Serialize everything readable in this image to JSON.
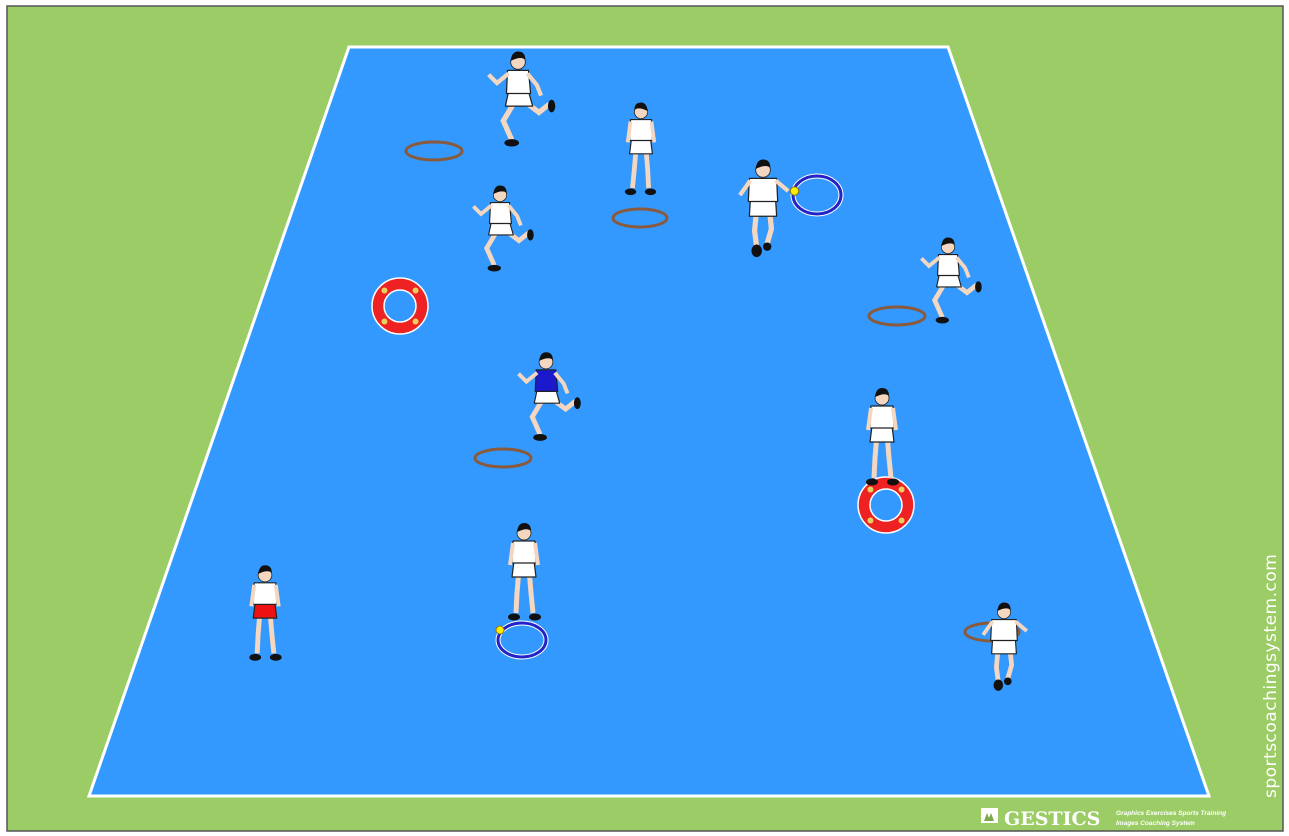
{
  "colors": {
    "field": "#9ccc65",
    "court": "#3399ff",
    "court_line": "#ffffff",
    "frame": "#555555",
    "hoop_brown": "#8a5a3c",
    "hoop_blue": "#2323c8",
    "lifebuoy": "#ee2222",
    "jersey_white": "#ffffff",
    "jersey_blue": "#1a1acc",
    "shorts_red": "#ee1111",
    "hair": "#111111",
    "ball": "#ffee00"
  },
  "players": [
    {
      "id": "runner-top",
      "jersey": "white",
      "shorts": "white",
      "pose": "run"
    },
    {
      "id": "stand-top-center",
      "jersey": "white",
      "shorts": "white",
      "pose": "stand"
    },
    {
      "id": "runner-upper-left",
      "jersey": "white",
      "shorts": "white",
      "pose": "run"
    },
    {
      "id": "back-view-ball",
      "jersey": "white",
      "shorts": "white",
      "pose": "back"
    },
    {
      "id": "runner-right",
      "jersey": "white",
      "shorts": "white",
      "pose": "run"
    },
    {
      "id": "blue-jersey",
      "jersey": "blue",
      "shorts": "white",
      "pose": "run"
    },
    {
      "id": "on-lifebuoy",
      "jersey": "white",
      "shorts": "white",
      "pose": "stand"
    },
    {
      "id": "on-blue-hoop",
      "jersey": "white",
      "shorts": "white",
      "pose": "stand"
    },
    {
      "id": "red-shorts",
      "jersey": "white",
      "shorts": "red",
      "pose": "stand"
    },
    {
      "id": "bottom-right",
      "jersey": "white",
      "shorts": "white",
      "pose": "back"
    }
  ],
  "hoops": [
    {
      "id": "hoop-brown-1",
      "kind": "brown"
    },
    {
      "id": "hoop-brown-2",
      "kind": "brown"
    },
    {
      "id": "hoop-brown-3",
      "kind": "brown"
    },
    {
      "id": "hoop-brown-4",
      "kind": "brown"
    },
    {
      "id": "hoop-brown-5",
      "kind": "brown"
    },
    {
      "id": "hoop-blue-1",
      "kind": "blue"
    },
    {
      "id": "hoop-blue-2",
      "kind": "blue"
    },
    {
      "id": "lifebuoy-1",
      "kind": "lifebuoy"
    },
    {
      "id": "lifebuoy-2",
      "kind": "lifebuoy"
    }
  ],
  "watermark": "sportscoachingsystem.com",
  "logo": {
    "brand": "GESTICS",
    "tagline_1": "Graphics Exercises Sports Training",
    "tagline_2": "Images Coaching System"
  }
}
